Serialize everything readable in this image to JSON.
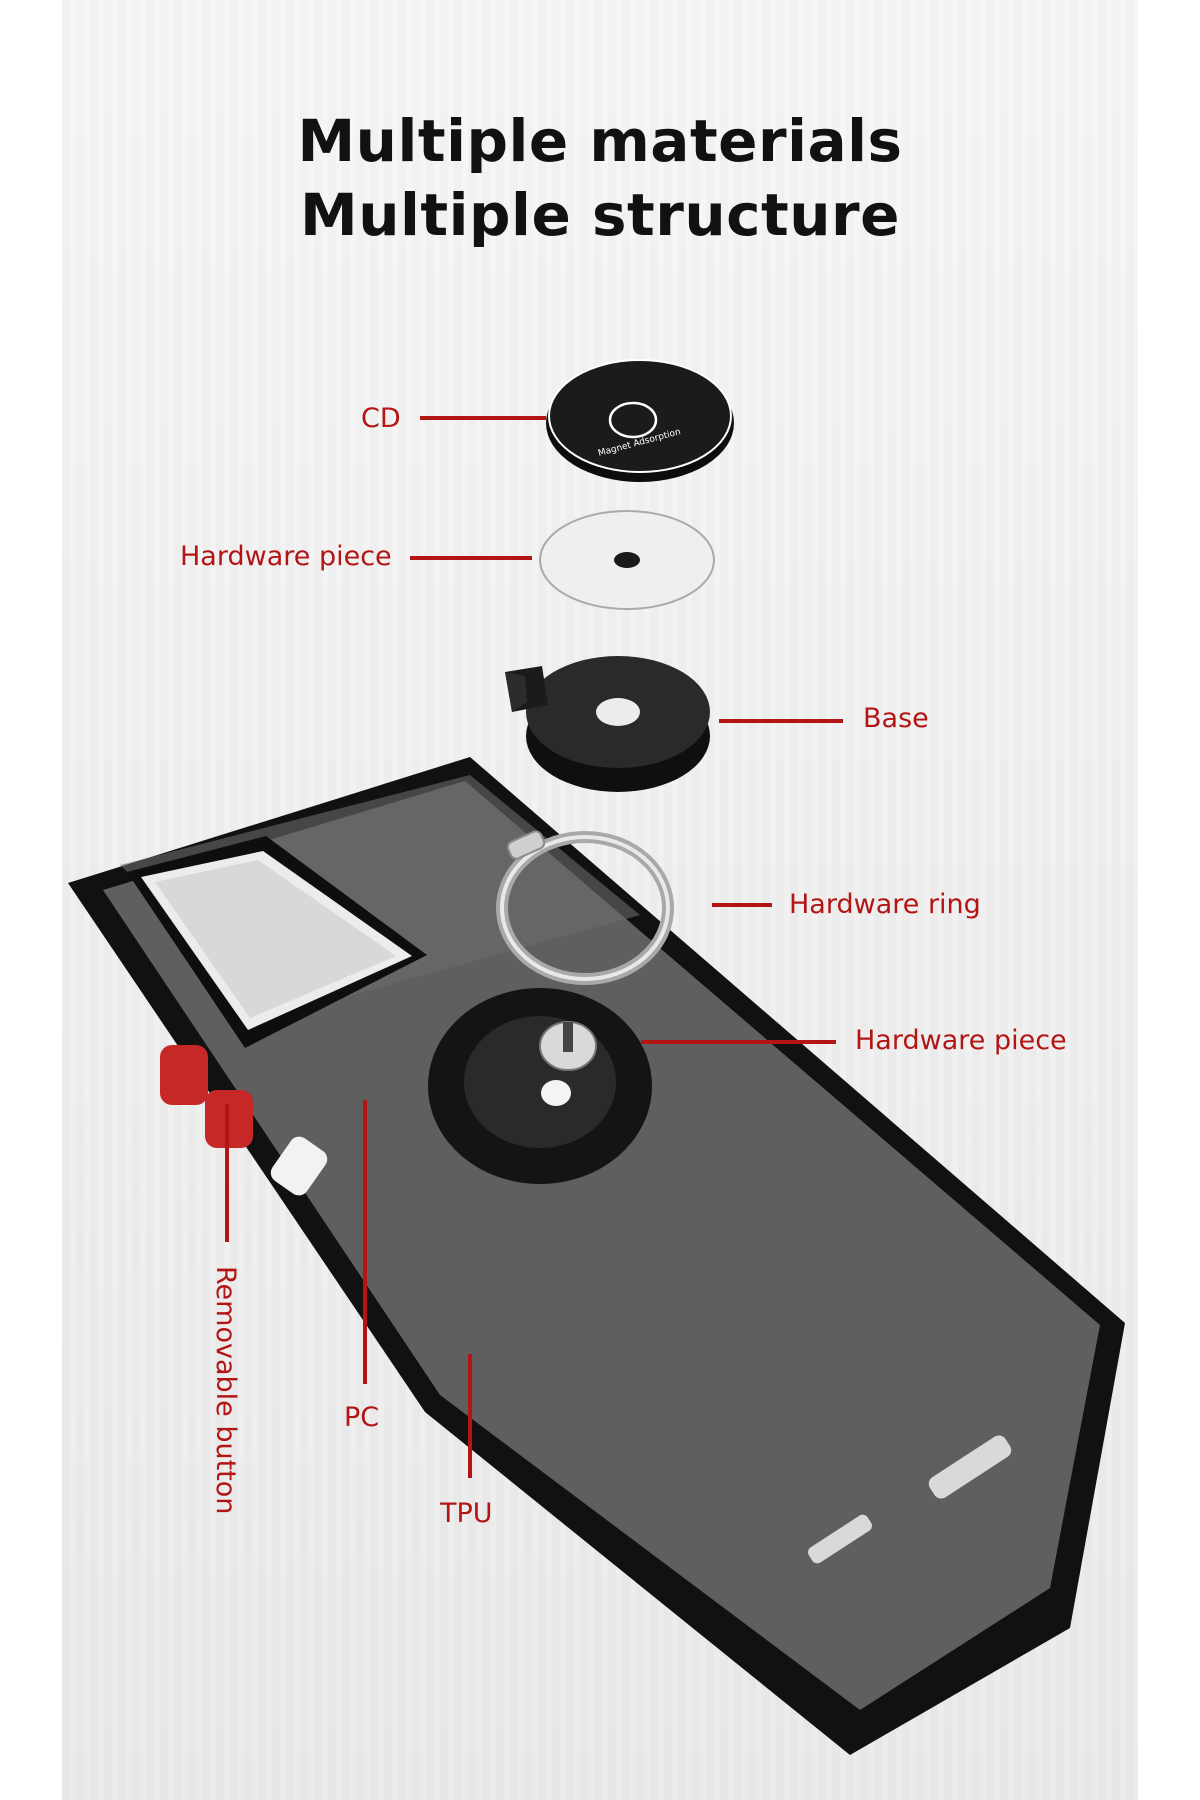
{
  "title": {
    "line1": "Multiple materials",
    "line2": "Multiple structure"
  },
  "labels": {
    "cd": "CD",
    "hardware_piece_top": "Hardware piece",
    "base": "Base",
    "hardware_ring": "Hardware ring",
    "hardware_piece_lower": "Hardware piece",
    "removable_button": "Removable button",
    "pc": "PC",
    "tpu": "TPU"
  },
  "disc_text": "Magnet Adsorption",
  "colors": {
    "label_red": "#b31515",
    "case_black": "#111111",
    "case_back": "#5f5f5f",
    "button_red": "#c62828"
  }
}
